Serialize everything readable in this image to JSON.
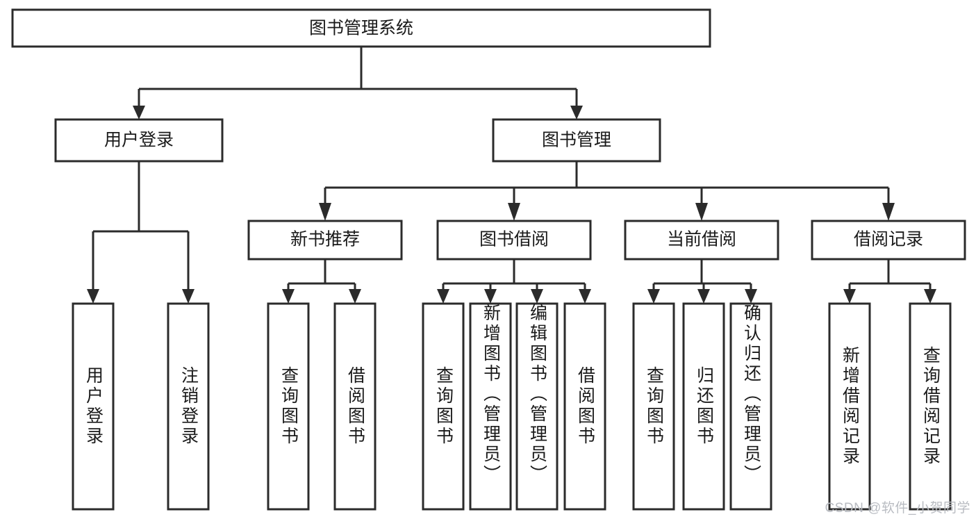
{
  "diagram": {
    "type": "tree-hierarchy",
    "title": "图书管理系统",
    "watermark": "CSDN @软件_小贺同学",
    "colors": {
      "stroke": "#2b2b2b",
      "fill": "#ffffff",
      "text": "#1a1a1a",
      "watermark": "#b9bcc2",
      "background": "#ffffff"
    },
    "levels": {
      "level1": [
        {
          "id": "root",
          "label": "图书管理系统",
          "orientation": "horizontal"
        }
      ],
      "level2": [
        {
          "id": "user-login",
          "label": "用户登录",
          "orientation": "horizontal",
          "parent": "root"
        },
        {
          "id": "book-manage",
          "label": "图书管理",
          "orientation": "horizontal",
          "parent": "root"
        }
      ],
      "level3": [
        {
          "id": "new-book-rec",
          "label": "新书推荐",
          "orientation": "horizontal",
          "parent": "book-manage"
        },
        {
          "id": "book-borrow",
          "label": "图书借阅",
          "orientation": "horizontal",
          "parent": "book-manage"
        },
        {
          "id": "current-borrow",
          "label": "当前借阅",
          "orientation": "horizontal",
          "parent": "book-manage"
        },
        {
          "id": "borrow-record",
          "label": "借阅记录",
          "orientation": "horizontal",
          "parent": "book-manage"
        }
      ],
      "leaves": [
        {
          "id": "leaf-user-login",
          "label": "用户登录",
          "orientation": "vertical",
          "parent": "user-login"
        },
        {
          "id": "leaf-user-logout",
          "label": "注销登录",
          "orientation": "vertical",
          "parent": "user-login"
        },
        {
          "id": "leaf-rec-query",
          "label": "查询图书",
          "orientation": "vertical",
          "parent": "new-book-rec"
        },
        {
          "id": "leaf-rec-borrow",
          "label": "借阅图书",
          "orientation": "vertical",
          "parent": "new-book-rec"
        },
        {
          "id": "leaf-borrow-query",
          "label": "查询图书",
          "orientation": "vertical",
          "parent": "book-borrow"
        },
        {
          "id": "leaf-borrow-add",
          "label": "新增图书（管理员）",
          "orientation": "vertical",
          "parent": "book-borrow"
        },
        {
          "id": "leaf-borrow-edit",
          "label": "编辑图书（管理员）",
          "orientation": "vertical",
          "parent": "book-borrow"
        },
        {
          "id": "leaf-borrow-lend",
          "label": "借阅图书",
          "orientation": "vertical",
          "parent": "book-borrow"
        },
        {
          "id": "leaf-current-query",
          "label": "查询图书",
          "orientation": "vertical",
          "parent": "current-borrow"
        },
        {
          "id": "leaf-current-return",
          "label": "归还图书",
          "orientation": "vertical",
          "parent": "current-borrow"
        },
        {
          "id": "leaf-current-confirm",
          "label": "确认归还（管理员）",
          "orientation": "vertical",
          "parent": "current-borrow"
        },
        {
          "id": "leaf-record-add",
          "label": "新增借阅记录",
          "orientation": "vertical",
          "parent": "borrow-record"
        },
        {
          "id": "leaf-record-query",
          "label": "查询借阅记录",
          "orientation": "vertical",
          "parent": "borrow-record"
        }
      ]
    }
  }
}
